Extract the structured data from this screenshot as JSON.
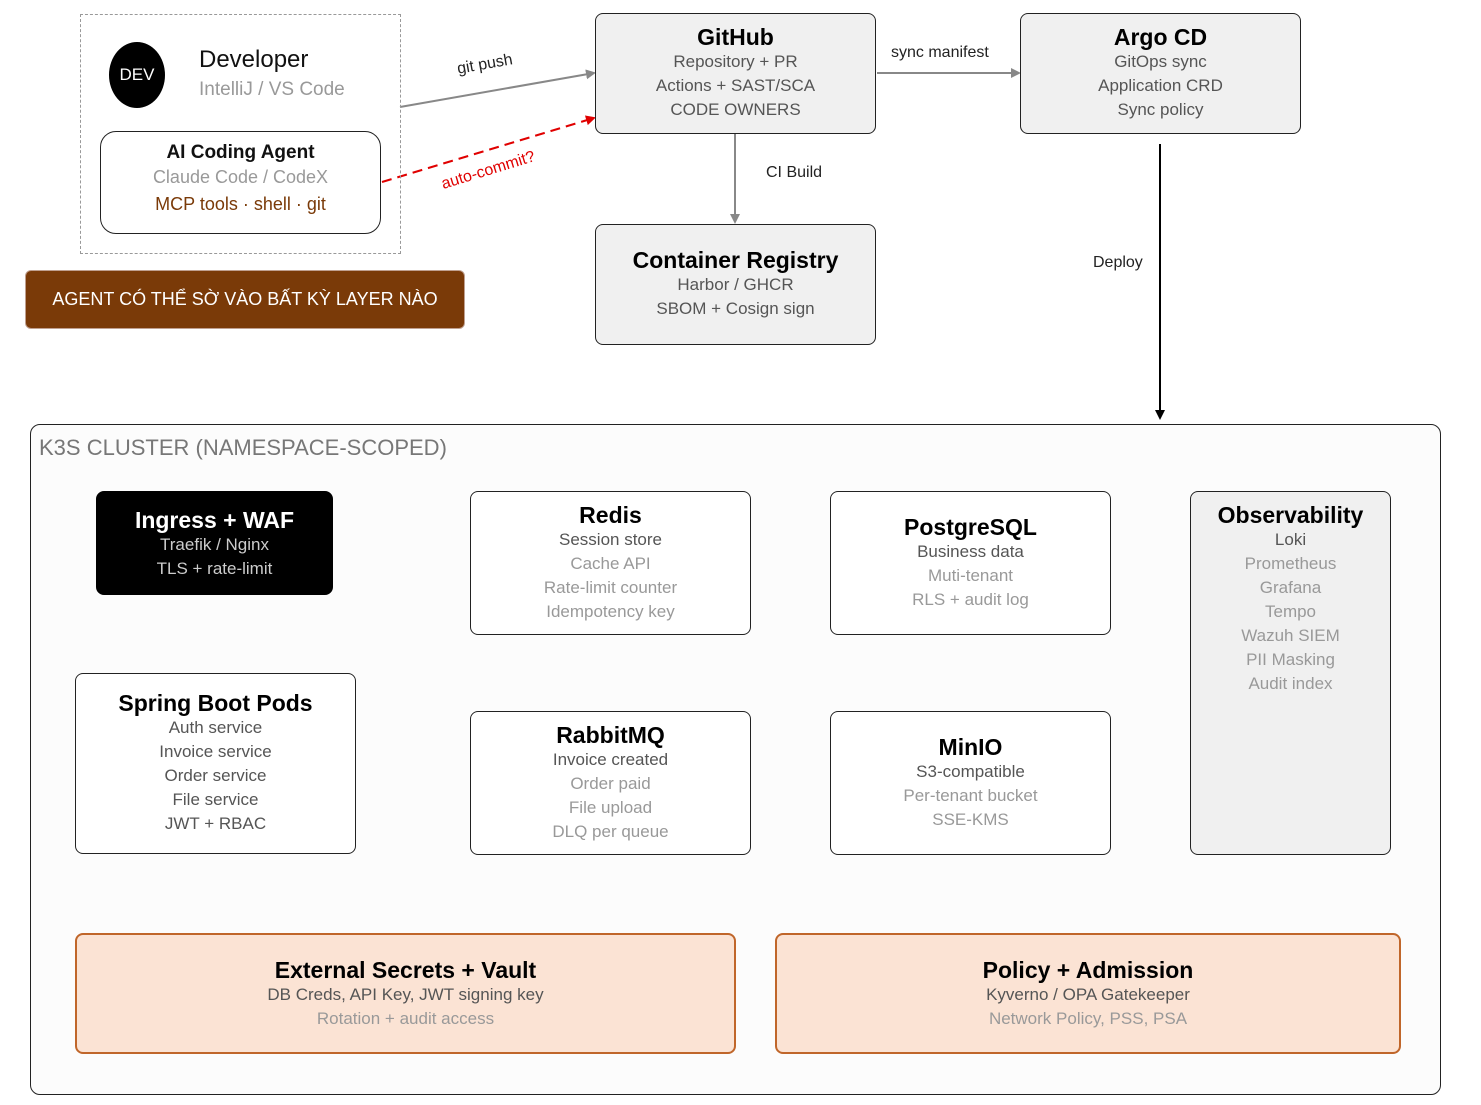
{
  "developer": {
    "badge": "DEV",
    "name": "Developer",
    "tools": "IntelliJ / VS Code"
  },
  "agent": {
    "title": "AI Coding Agent",
    "line1": "Claude Code / CodeX",
    "line2": "MCP tools · shell · git"
  },
  "warning": "AGENT CÓ THỂ SỜ VÀO BẤT KỲ LAYER NÀO",
  "github": {
    "title": "GitHub",
    "lines": [
      "Repository + PR",
      "Actions + SAST/SCA",
      "CODE OWNERS"
    ]
  },
  "argocd": {
    "title": "Argo CD",
    "lines": [
      "GitOps sync",
      "Application CRD",
      "Sync policy"
    ]
  },
  "registry": {
    "title": "Container Registry",
    "lines": [
      "Harbor / GHCR",
      "SBOM + Cosign sign"
    ]
  },
  "edges": {
    "git_push": "git push",
    "auto_commit": "auto-commit?",
    "sync_manifest": "sync manifest",
    "ci_build": "CI Build",
    "deploy": "Deploy"
  },
  "cluster": {
    "title": "K3S CLUSTER (NAMESPACE-SCOPED)"
  },
  "ingress": {
    "title": "Ingress + WAF",
    "lines": [
      "Traefik / Nginx",
      "TLS + rate-limit"
    ]
  },
  "spring": {
    "title": "Spring Boot Pods",
    "lines": [
      "Auth service",
      "Invoice service",
      "Order service",
      "File service",
      "JWT + RBAC"
    ]
  },
  "redis": {
    "title": "Redis",
    "lines": [
      "Session store",
      "Cache API",
      "Rate-limit counter",
      "Idempotency key"
    ]
  },
  "postgres": {
    "title": "PostgreSQL",
    "lines": [
      "Business data",
      "Muti-tenant",
      "RLS + audit log"
    ]
  },
  "rabbitmq": {
    "title": "RabbitMQ",
    "lines": [
      "Invoice created",
      "Order paid",
      "File upload",
      "DLQ per queue"
    ]
  },
  "minio": {
    "title": "MinIO",
    "lines": [
      "S3-compatible",
      "Per-tenant bucket",
      "SSE-KMS"
    ]
  },
  "observability": {
    "title": "Observability",
    "lines": [
      "Loki",
      "Prometheus",
      "Grafana",
      "Tempo",
      "Wazuh SIEM",
      "PII Masking",
      "Audit index"
    ]
  },
  "secrets": {
    "title": "External Secrets + Vault",
    "lines": [
      "DB Creds, API Key, JWT signing key",
      "Rotation + audit access"
    ]
  },
  "policy": {
    "title": "Policy + Admission",
    "lines": [
      "Kyverno / OPA Gatekeeper",
      "Network Policy, PSS, PSA"
    ]
  },
  "colors": {
    "brown": "#7a3a08",
    "orange_border": "#c0662a",
    "orange_fill": "#fbe3d4",
    "dashed_red": "#e00000"
  }
}
